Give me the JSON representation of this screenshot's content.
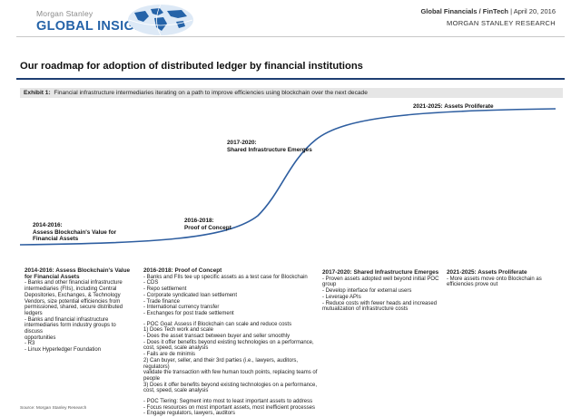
{
  "header": {
    "brand_small": "Morgan Stanley",
    "brand_big": "GLOBAL INSIGHT",
    "section": "Global Financials / FinTech",
    "date": "April 20, 2016",
    "research": "MORGAN STANLEY RESEARCH"
  },
  "title": "Our roadmap for adoption of distributed ledger by financial institutions",
  "exhibit": {
    "label": "Exhibit 1:",
    "caption": "Financial infrastructure intermediaries iterating on a path to improve efficiencies using blockchain over the next decade"
  },
  "stages": [
    {
      "period": "2014-2016:",
      "name": "Assess Blockchain's Value for Financial Assets"
    },
    {
      "period": "2016-2018:",
      "name": "Proof of Concept"
    },
    {
      "period": "2017-2020:",
      "name": "Shared Infrastructure Emerges"
    },
    {
      "period": "2021-2025: Assets Proliferate",
      "name": ""
    }
  ],
  "columns": [
    {
      "heading": "2014-2016: Assess Blockchain's Value for Financial Assets",
      "lines": [
        "- Banks and other financial infrastructure",
        "intermediaries (FIIs), including Central",
        "Depositories, Exchanges, & Technology",
        "Vendors, size potential efficiencies from",
        "permissioned, shared, secure distributed",
        "ledgers",
        "- Banks and financial infrastructure",
        "intermediaries form industry groups to discuss",
        "opportunities",
        "- R3",
        "- Linux Hyperledger Foundation"
      ]
    },
    {
      "heading": "2016-2018: Proof of Concept",
      "lines": [
        "- Banks and FIIs tee up specific assets as a test case for Blockchain",
        "- CDS",
        "- Repo settlement",
        "- Corporate syndicated loan settlement",
        "- Trade finance",
        "- International currency transfer",
        "- Exchanges for post trade settlement",
        "",
        "- POC Goal: Assess if Blockchain can scale and reduce costs",
        "1) Does Tech work and scale",
        "- Does the asset transact between buyer and seller smoothly",
        "- Does it offer benefits beyond existing technologies on a performance,",
        "cost, speed, scale analysis",
        "- Fails are de minimis",
        "2) Can buyer, seller, and their 3rd parties (i.e., lawyers, auditors, regulators)",
        "validate the transaction with few human touch points, replacing teams of",
        "people",
        "3) Does it offer benefits beyond existing technologies on a performance,",
        "cost, speed, scale analysis",
        "",
        "- POC Tiering: Segment into most to least important assets to address",
        "- Focus resources on most important assets, most inefficient processes",
        "- Engage regulators, lawyers, auditors"
      ]
    },
    {
      "heading": "2017-2020: Shared Infrastructure Emerges",
      "lines": [
        "- Proven assets adopted well beyond initial POC",
        "group",
        "- Develop interface for external users",
        "- Leverage APIs",
        "- Reduce costs with fewer heads and increased",
        "mutualization of infrastructure costs"
      ]
    },
    {
      "heading": "2021-2025: Assets Proliferate",
      "lines": [
        "- More assets move onto Blockchain as",
        "efficiencies prove out"
      ]
    }
  ],
  "source": "Source: Morgan Stanley Research",
  "colors": {
    "brand": "#2563a8",
    "curve": "#2e5ea0",
    "title_rule": "#1f3f73"
  }
}
